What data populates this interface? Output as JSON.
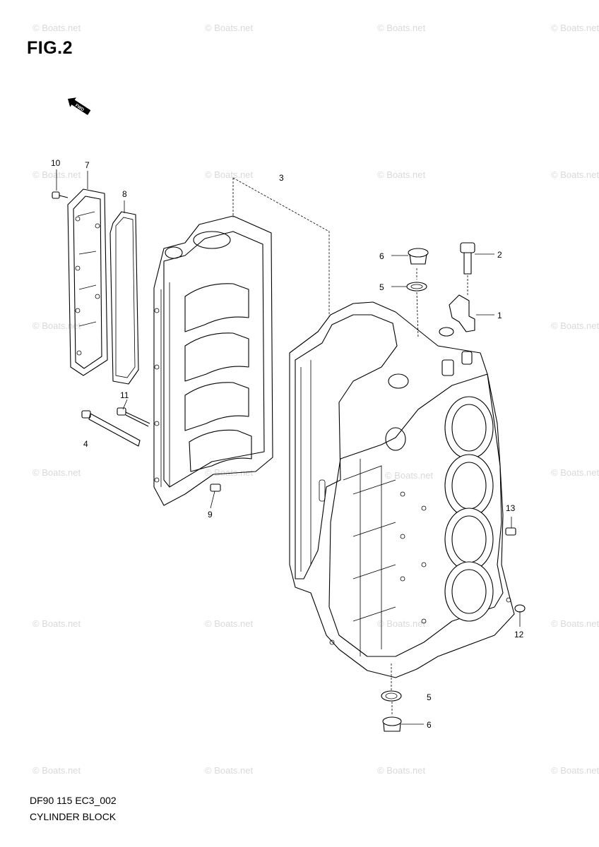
{
  "figure_title": "FIG.2",
  "footer": {
    "code": "DF90 115 EC3_002",
    "name": "CYLINDER BLOCK"
  },
  "fwd_label": "FWD",
  "watermark": "© Boats.net",
  "callouts": {
    "c1": "1",
    "c2": "2",
    "c3": "3",
    "c4": "4",
    "c5a": "5",
    "c5b": "5",
    "c6a": "6",
    "c6b": "6",
    "c7": "7",
    "c8": "8",
    "c9": "9",
    "c10": "10",
    "c11": "11",
    "c12": "12",
    "c13": "13"
  }
}
